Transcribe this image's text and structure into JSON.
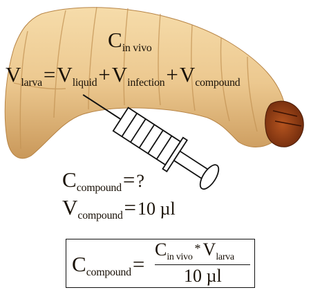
{
  "labels": {
    "c_invivo": {
      "main": "C",
      "sub": "in vivo"
    },
    "v_larva_eq": {
      "lhs": {
        "main": "V",
        "sub": "larva"
      },
      "eq": "=",
      "terms": [
        {
          "main": "V",
          "sub": "liquid"
        },
        {
          "main": "V",
          "sub": "infection"
        },
        {
          "main": "V",
          "sub": "compound"
        }
      ],
      "plus": "+"
    },
    "c_compound_line": {
      "main": "C",
      "sub": "compound",
      "eq": "=",
      "value": "?"
    },
    "v_compound_line": {
      "main": "V",
      "sub": "compound",
      "eq": "=",
      "value": "10 µl"
    }
  },
  "formula": {
    "lhs": {
      "main": "C",
      "sub": "compound"
    },
    "eq": "=",
    "numerator": {
      "a_main": "C",
      "a_sub": "in vivo",
      "op": "*",
      "b_main": "V",
      "b_sub": "larva"
    },
    "denominator": "10 µl"
  },
  "colors": {
    "larva_body": "#ecc88f",
    "larva_shadow": "#c89a5a",
    "larva_head": "#8a3a14",
    "ink": "#1a1208"
  },
  "icons": [
    "larva-illustration",
    "syringe-icon"
  ]
}
